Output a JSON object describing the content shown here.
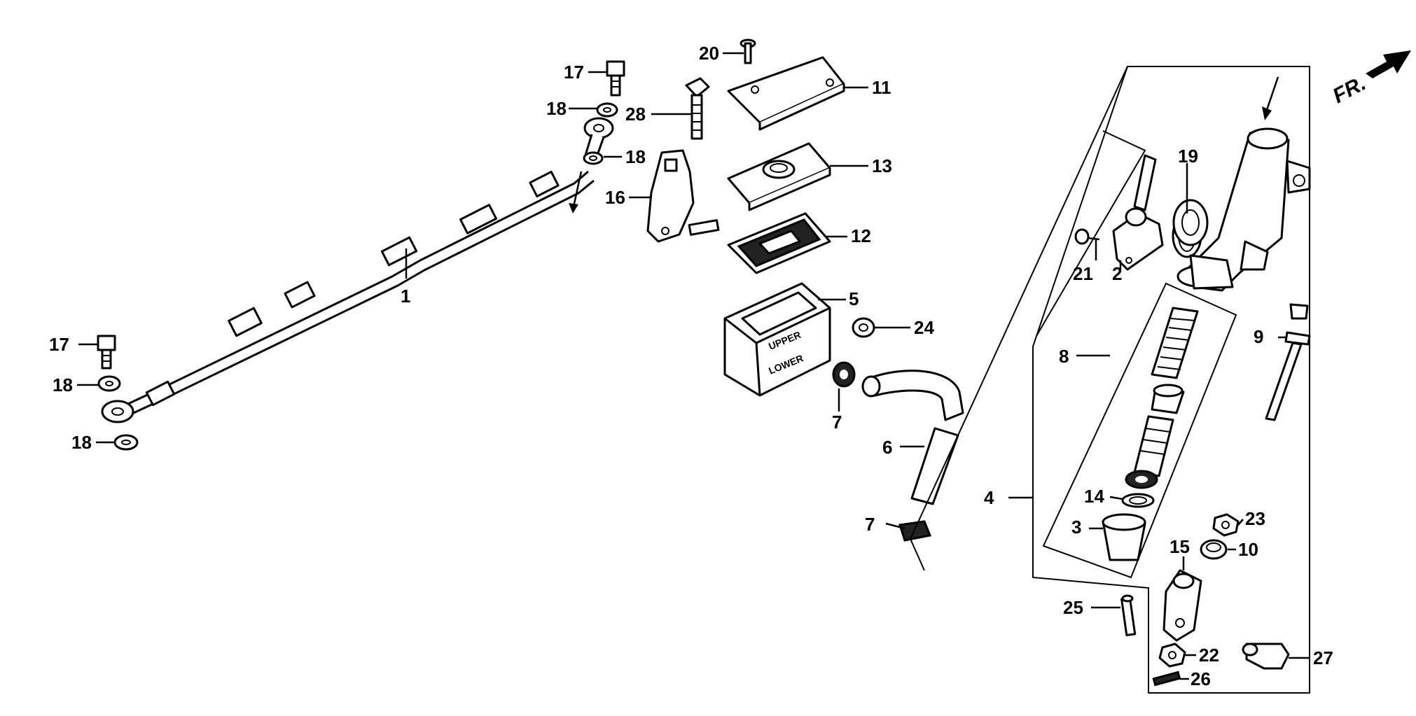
{
  "labels": {
    "p1": "1",
    "p2": "2",
    "p3": "3",
    "p4": "4",
    "p5": "5",
    "p6": "6",
    "p7a": "7",
    "p7b": "7",
    "p8": "8",
    "p9": "9",
    "p10": "10",
    "p11": "11",
    "p12": "12",
    "p13": "13",
    "p14": "14",
    "p15": "15",
    "p16": "16",
    "p17a": "17",
    "p17b": "17",
    "p18a": "18",
    "p18b": "18",
    "p18c": "18",
    "p18d": "18",
    "p19": "19",
    "p20": "20",
    "p21": "21",
    "p22": "22",
    "p23": "23",
    "p24": "24",
    "p25": "25",
    "p26": "26",
    "p27": "27",
    "p28": "28"
  },
  "direction": "FR.",
  "reservoir_text": {
    "upper": "UPPER",
    "lower": "LOWER"
  }
}
